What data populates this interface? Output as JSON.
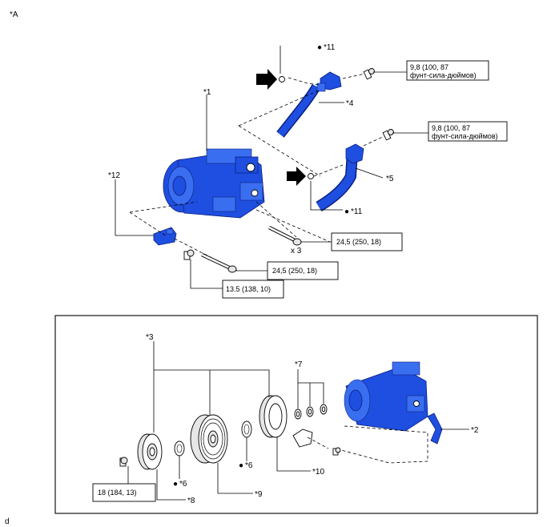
{
  "view_label": "*A",
  "corner_mark": "d",
  "callouts": {
    "c1": "*1",
    "c2": "*2",
    "c3": "*3",
    "c4": "*4",
    "c5": "*5",
    "c6a": "*6",
    "c6b": "*6",
    "c7": "*7",
    "c8": "*8",
    "c9": "*9",
    "c10": "*10",
    "c11a": "*11",
    "c11b": "*11",
    "c12": "*12"
  },
  "symbols": {
    "dot": "●",
    "qty": "x 3"
  },
  "torque": {
    "t1_line1": "9,8 (100, 87",
    "t1_line2": "фунт-сила-дюймов)",
    "t2_line1": "9,8 (100, 87",
    "t2_line2": "фунт-сила-дюймов)",
    "t3": "24,5 (250, 18)",
    "t4": "24,5 (250, 18)",
    "t5": "13.5 (138, 10)",
    "t6": "18 (184, 13)"
  },
  "colors": {
    "part_blue": "#1f4fe0",
    "outline": "#000000"
  }
}
